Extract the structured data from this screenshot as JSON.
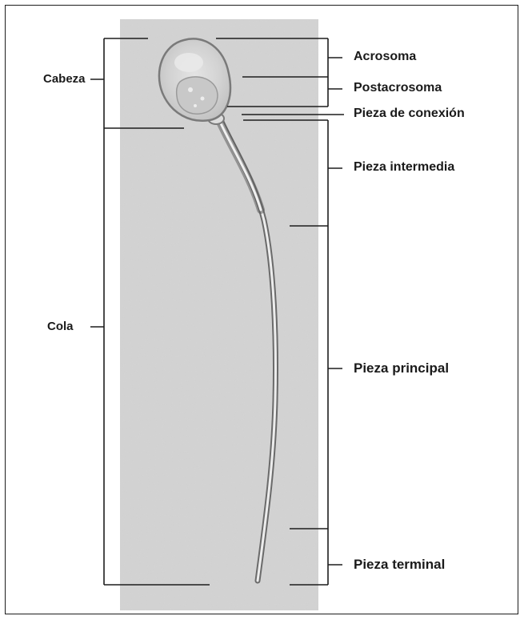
{
  "labels": {
    "cabeza": "Cabeza",
    "cola": "Cola",
    "acrosoma": "Acrosoma",
    "postacrosoma": "Postacrosoma",
    "pieza_conexion": "Pieza de conexión",
    "pieza_intermedia": "Pieza intermedia",
    "pieza_principal": "Pieza principal",
    "pieza_terminal": "Pieza terminal"
  },
  "colors": {
    "micrograph_background": "#d4d4d4",
    "line": "#1d1d1d",
    "text": "#1a1a1a"
  }
}
